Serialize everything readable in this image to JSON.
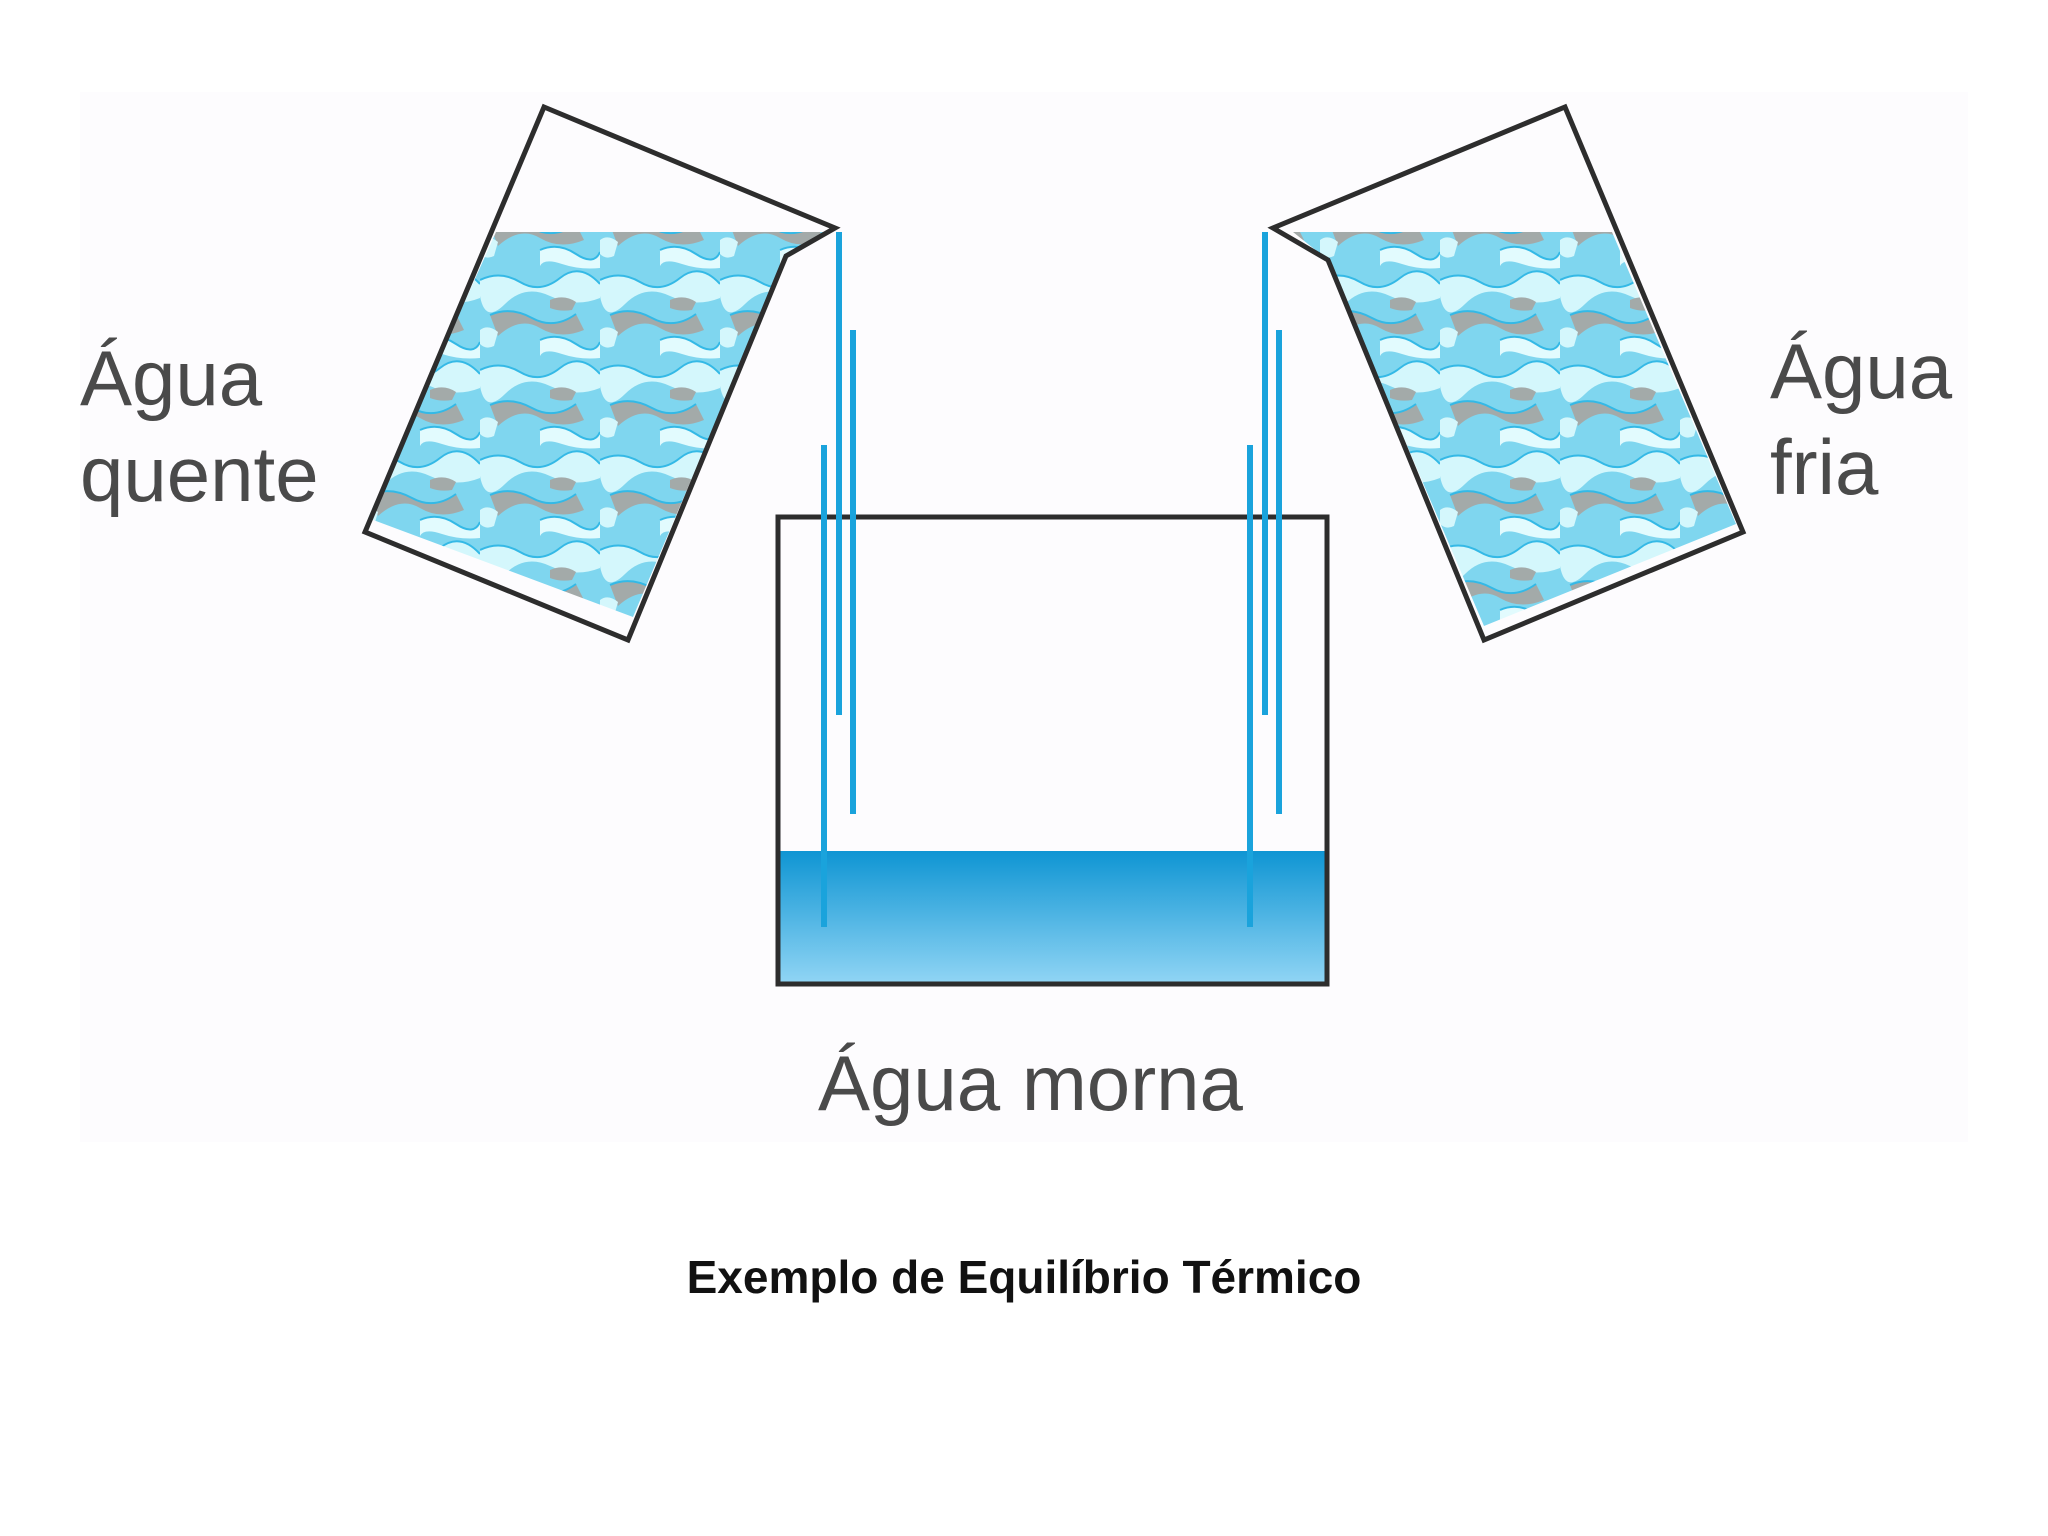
{
  "labels": {
    "hot_line1": "Água",
    "hot_line2": "quente",
    "cold_line1": "Água",
    "cold_line2": "fria",
    "warm": "Água morna"
  },
  "caption": "Exemplo de Equilíbrio Térmico",
  "colors": {
    "water_stream": "#1aa3dc",
    "water_light": "#c9f3fb",
    "water_pattern": "#3cc0e8",
    "water_gray": "#a3aaa9",
    "container_stroke": "#2d2d2d",
    "warm_water_top": "#0f95d3",
    "warm_water_bottom": "#8fd4f4"
  }
}
